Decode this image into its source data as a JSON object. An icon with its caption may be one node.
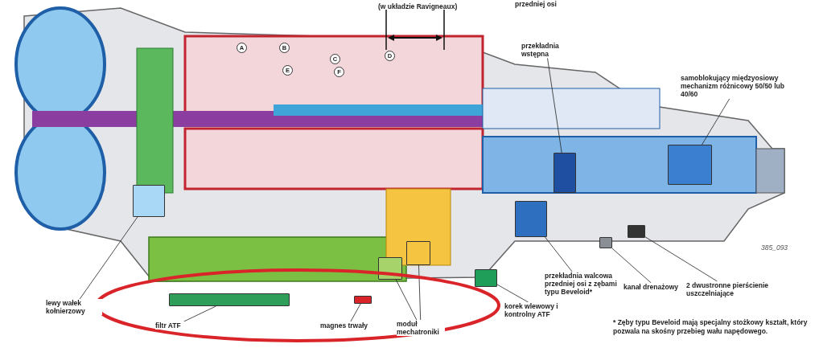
{
  "diagram": {
    "nodes": [
      {
        "text": [
          "przekładnia wstępna"
        ]
      },
      {
        "text": [],
        "shape": "box"
      },
      {
        "text": [
          "samoblokujący międzyosiowy mechanizm różnicowy 50/50 lub 40/60"
        ]
      },
      {
        "text": [],
        "shape": "box"
      },
      {
        "text": [
          "lewy wałek kołnierzowy"
        ]
      },
      {
        "text": [],
        "shape": "box"
      },
      {
        "text": [
          "filtr ATF"
        ]
      },
      {
        "text": [],
        "shape": "box"
      },
      {
        "text": [
          "magnes trwały"
        ]
      },
      {
        "text": [],
        "shape": "box"
      },
      {
        "text": [
          "moduł mechatroniki"
        ]
      },
      {
        "text": [],
        "shape": "box"
      },
      {
        "text": [],
        "shape": "box"
      },
      {
        "text": [
          "korek wlewowy i kontrolny ATF"
        ]
      },
      {
        "text": [],
        "shape": "box"
      },
      {
        "text": [
          "przekładnia walcowa przedniej osi z zębami typu Beveloid*"
        ]
      },
      {
        "text": [],
        "shape": "box"
      },
      {
        "text": [
          "kanał drenażowy"
        ]
      },
      {
        "text": [],
        "shape": "box"
      },
      {
        "text": [
          "2 dwustronne pierścienie uszczelniające"
        ]
      },
      {
        "text": [],
        "shape": "box"
      }
    ],
    "edges": [
      {
        "from": 0,
        "to": 1,
        "arrow": "none"
      },
      {
        "from": 2,
        "to": 3,
        "arrow": "none"
      },
      {
        "from": 4,
        "to": 5,
        "arrow": "none"
      },
      {
        "from": 6,
        "to": 7,
        "arrow": "none"
      },
      {
        "from": 8,
        "to": 9,
        "arrow": "none"
      },
      {
        "from": 10,
        "to": 11,
        "arrow": "none"
      },
      {
        "from": 10,
        "to": 12,
        "arrow": "none"
      },
      {
        "from": 13,
        "to": 14,
        "arrow": "none"
      },
      {
        "from": 15,
        "to": 16,
        "arrow": "none"
      },
      {
        "from": 17,
        "to": 18,
        "arrow": "none"
      },
      {
        "from": 19,
        "to": 20,
        "arrow": "none"
      }
    ],
    "labels": [
      "(w układzie Ravigneaux)",
      "przedniej osi",
      "A",
      "B",
      "C",
      "D",
      "E",
      "F",
      "385_093",
      "* Zęby typu Beveloid mają specjalny stożkowy kształt, który pozwala na skośny przebieg wału napędowego."
    ]
  }
}
